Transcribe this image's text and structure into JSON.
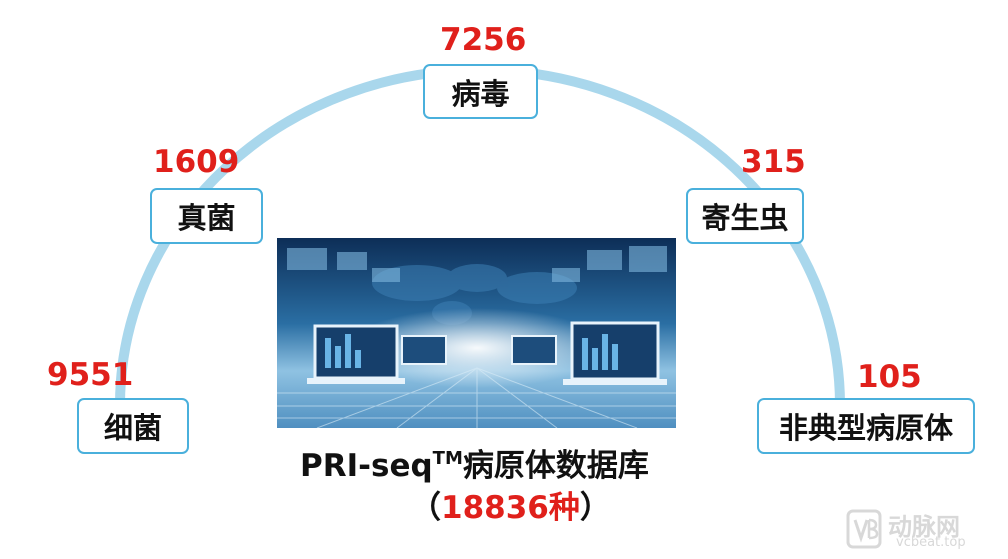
{
  "colors": {
    "arc": "#a9d7ec",
    "node_border": "#4ab0dc",
    "count_text": "#e0201b",
    "db_count_text": "#e0201b"
  },
  "pathogens": [
    {
      "id": "bacteria",
      "label": "细菌",
      "count": "9551"
    },
    {
      "id": "fungi",
      "label": "真菌",
      "count": "1609"
    },
    {
      "id": "virus",
      "label": "病毒",
      "count": "7256"
    },
    {
      "id": "parasite",
      "label": "寄生虫",
      "count": "315"
    },
    {
      "id": "atypical",
      "label": "非典型病原体",
      "count": "105"
    }
  ],
  "database": {
    "name_prefix": "PRI-seq",
    "trademark": "TM",
    "name_suffix": "病原体数据库",
    "open_paren": "（",
    "total": "18836种",
    "close_paren": "）"
  },
  "watermark": {
    "logo_icon": "vb-logo-icon",
    "brand": "动脉网",
    "url": "vcbeat.top"
  }
}
